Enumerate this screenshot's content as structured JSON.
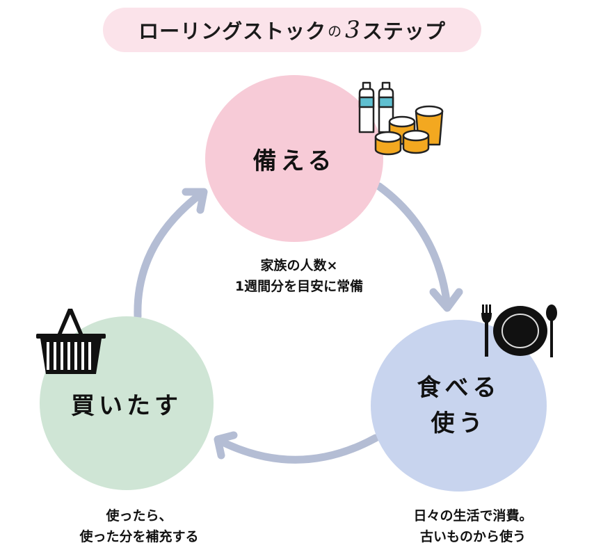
{
  "title": {
    "prefix": "ローリングストック",
    "particle": "の",
    "number": "3",
    "suffix": "ステップ"
  },
  "steps": [
    {
      "id": "prepare",
      "label": "備える",
      "color": "#f7cbd7",
      "icon": "emergency-supplies-icon",
      "caption_lines": [
        "家族の人数×",
        "1週間分を目安に常備"
      ]
    },
    {
      "id": "eat-use",
      "label_lines": [
        "食べる",
        "使う"
      ],
      "color": "#c8d4ee",
      "icon": "plate-fork-spoon-icon",
      "caption_lines": [
        "日々の生活で消費。",
        "古いものから使う"
      ]
    },
    {
      "id": "buy-replenish",
      "label": "買いたす",
      "color": "#cfe5d5",
      "icon": "shopping-basket-icon",
      "caption_lines": [
        "使ったら、",
        "使った分を補充する"
      ]
    }
  ],
  "colors": {
    "title_bg": "#fbe3ea",
    "arrow": "#b4bdd4",
    "bottle_label": "#5fbfd0",
    "can_fill": "#f3a820"
  }
}
